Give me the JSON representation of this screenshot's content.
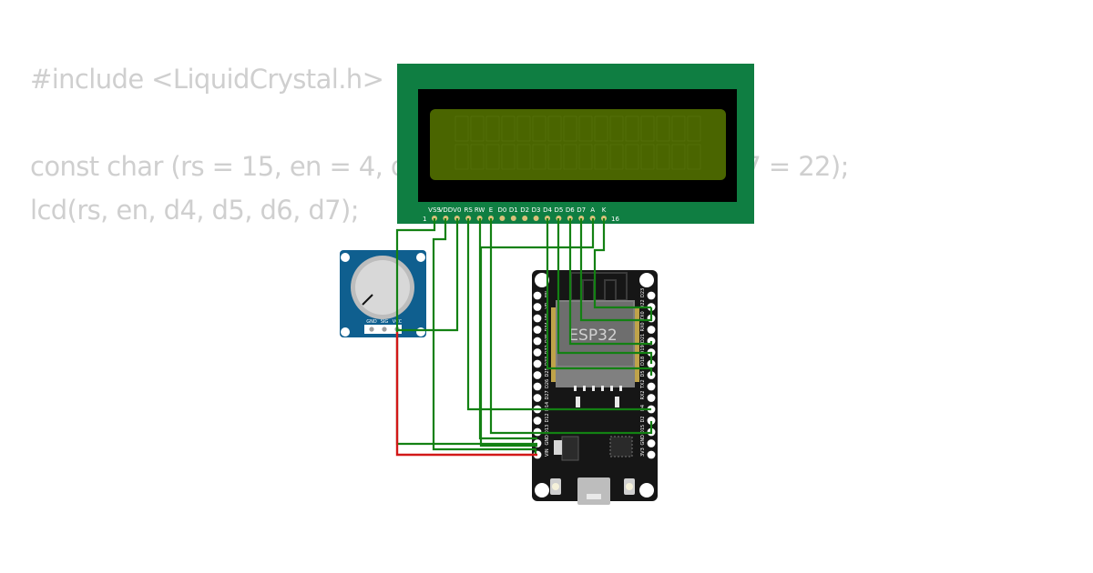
{
  "code": {
    "line1": "#include <LiquidCrystal.h>",
    "line2": "const char (rs = 15, en = 4, d4 = 5, d5 = 18, d6 = 19, d7 = 22);",
    "line3": "lcd(rs, en, d4, d5, d6, d7);"
  },
  "lcd": {
    "pins": [
      "VSS",
      "VDD",
      "V0",
      "RS",
      "RW",
      "E",
      "D0",
      "D1",
      "D2",
      "D3",
      "D4",
      "D5",
      "D6",
      "D7",
      "A",
      "K"
    ],
    "first_pin_number": "1",
    "last_pin_number": "16",
    "board_color": "#0f7e42",
    "screen_color": "#4a6500"
  },
  "potentiometer": {
    "pins": [
      "GND",
      "SIG",
      "VCC"
    ],
    "board_color": "#0f5f8f"
  },
  "esp32": {
    "label": "ESP32",
    "left_pins": [
      "EN",
      "VP",
      "VN",
      "D34",
      "D35",
      "D32",
      "D33",
      "D25",
      "D26",
      "D27",
      "D14",
      "D12",
      "D13",
      "GND",
      "VIN"
    ],
    "right_pins": [
      "D23",
      "D22",
      "TX0",
      "RX0",
      "D21",
      "D19",
      "D18",
      "D5",
      "TX2",
      "RX2",
      "D4",
      "D2",
      "D15",
      "GND",
      "3V3"
    ]
  },
  "wires": {
    "signal_color": "#138113",
    "power_color": "#d21818"
  }
}
